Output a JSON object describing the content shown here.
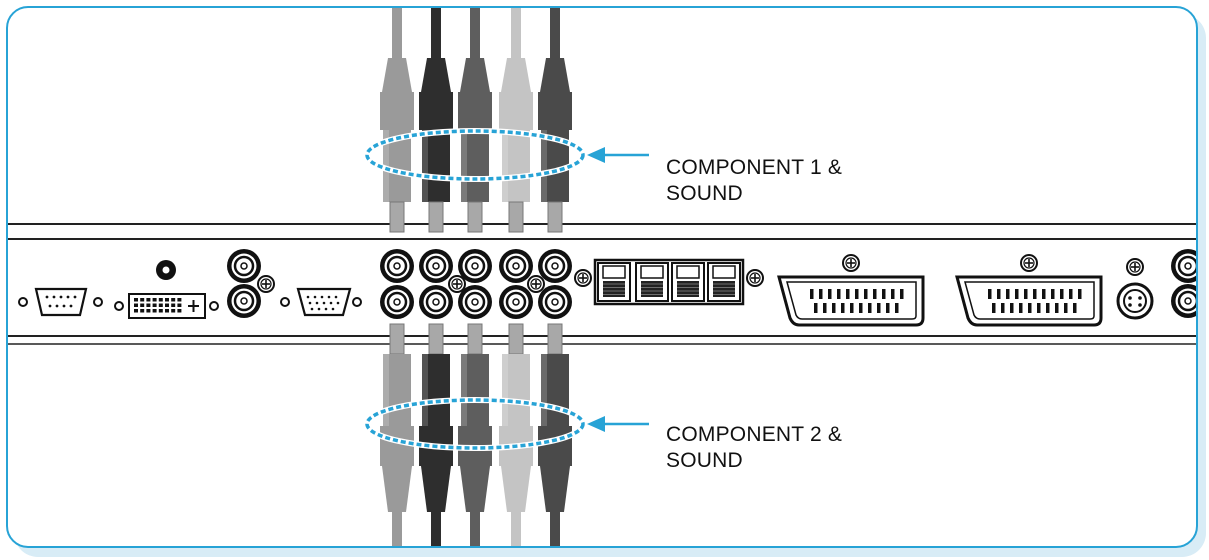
{
  "callouts": {
    "component1": {
      "line1": "COMPONENT 1 &",
      "line2": "SOUND"
    },
    "component2": {
      "line1": "COMPONENT 2 &",
      "line2": "SOUND"
    }
  },
  "colors": {
    "frame_border": "#27a3d6",
    "frame_shadow": "#d8ecf6",
    "highlight": "#27a3d6",
    "plug_shades": [
      "#9a9a9a",
      "#2e2e2e",
      "#5e5e5e",
      "#c4c4c4",
      "#4a4a4a"
    ]
  },
  "icons": {
    "highlight_ring": "dashed-ellipse",
    "pointer": "arrow-left",
    "ports": [
      "serial-port",
      "dvi-port",
      "rca-jack",
      "vga-port",
      "rca-jack-bank",
      "speaker-terminals",
      "scart-port",
      "scart-port",
      "s-video-port"
    ]
  }
}
